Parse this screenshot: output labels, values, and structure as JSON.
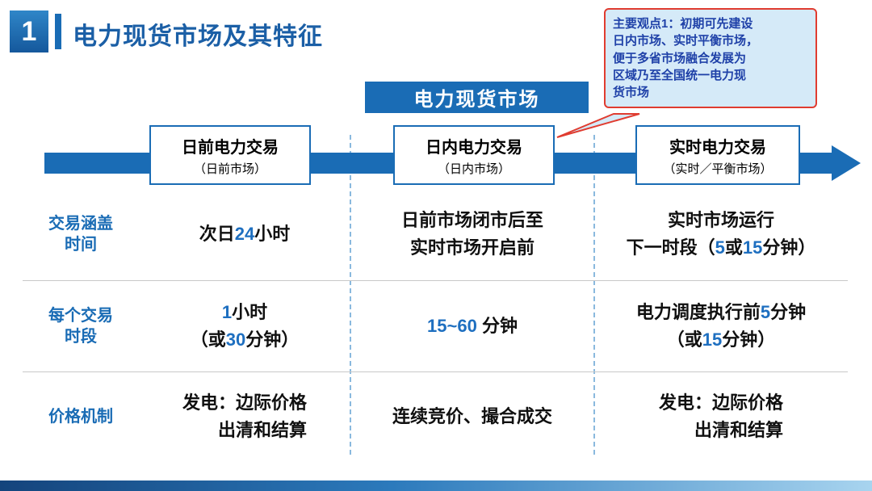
{
  "colors": {
    "primary": "#1a6cb5",
    "title_text": "#1b5fa6",
    "accent_number": "#1e6fc0",
    "label_text": "#1a6cb5",
    "callout_bg": "#d5eaf8",
    "callout_border": "#e03c30",
    "callout_text": "#1f41a8",
    "divider_gray": "#c8c8c8",
    "dash_blue": "#8ab9de"
  },
  "header": {
    "slide_number": "1",
    "title": "电力现货市场及其特征"
  },
  "callout": {
    "lines": [
      "主要观点1：初期可先建设",
      "日内市场、实时平衡市场，",
      "便于多省市场融合发展为",
      "区域乃至全国统一电力现",
      "货市场"
    ]
  },
  "banner": {
    "label": "电力现货市场"
  },
  "timeline": {
    "stages": [
      {
        "title": "日前电力交易",
        "subtitle": "（日前市场）"
      },
      {
        "title": "日内电力交易",
        "subtitle": "（日内市场）"
      },
      {
        "title": "实时电力交易",
        "subtitle": "（实时／平衡市场）"
      }
    ]
  },
  "table": {
    "rows": [
      {
        "label_lines": [
          "交易涵盖",
          "时间"
        ],
        "cells": [
          [
            [
              {
                "t": "次日"
              },
              {
                "t": "24",
                "hl": true
              },
              {
                "t": "小时"
              }
            ]
          ],
          [
            [
              {
                "t": "日前市场闭市后至"
              }
            ],
            [
              {
                "t": "实时市场开启前"
              }
            ]
          ],
          [
            [
              {
                "t": "实时市场运行"
              }
            ],
            [
              {
                "t": "下一时段（"
              },
              {
                "t": "5",
                "hl": true
              },
              {
                "t": "或"
              },
              {
                "t": "15",
                "hl": true
              },
              {
                "t": "分钟）"
              }
            ]
          ]
        ]
      },
      {
        "label_lines": [
          "每个交易",
          "时段"
        ],
        "cells": [
          [
            [
              {
                "t": "1",
                "hl": true
              },
              {
                "t": "小时"
              }
            ],
            [
              {
                "t": "（或"
              },
              {
                "t": "30",
                "hl": true
              },
              {
                "t": "分钟）"
              }
            ]
          ],
          [
            [
              {
                "t": "15~60",
                "hl": true
              },
              {
                "t": " 分钟"
              }
            ]
          ],
          [
            [
              {
                "t": "电力调度执行前"
              },
              {
                "t": "5",
                "hl": true
              },
              {
                "t": "分钟"
              }
            ],
            [
              {
                "t": "（或"
              },
              {
                "t": "15",
                "hl": true
              },
              {
                "t": "分钟）"
              }
            ]
          ]
        ]
      },
      {
        "label_lines": [
          "价格机制"
        ],
        "cells": [
          [
            [
              {
                "t": "发电：边际价格"
              }
            ],
            [
              {
                "t": "　　出清和结算"
              }
            ]
          ],
          [
            [
              {
                "t": "连续竞价、撮合成交"
              }
            ]
          ],
          [
            [
              {
                "t": "发电：边际价格"
              }
            ],
            [
              {
                "t": "　　出清和结算"
              }
            ]
          ]
        ]
      }
    ]
  }
}
